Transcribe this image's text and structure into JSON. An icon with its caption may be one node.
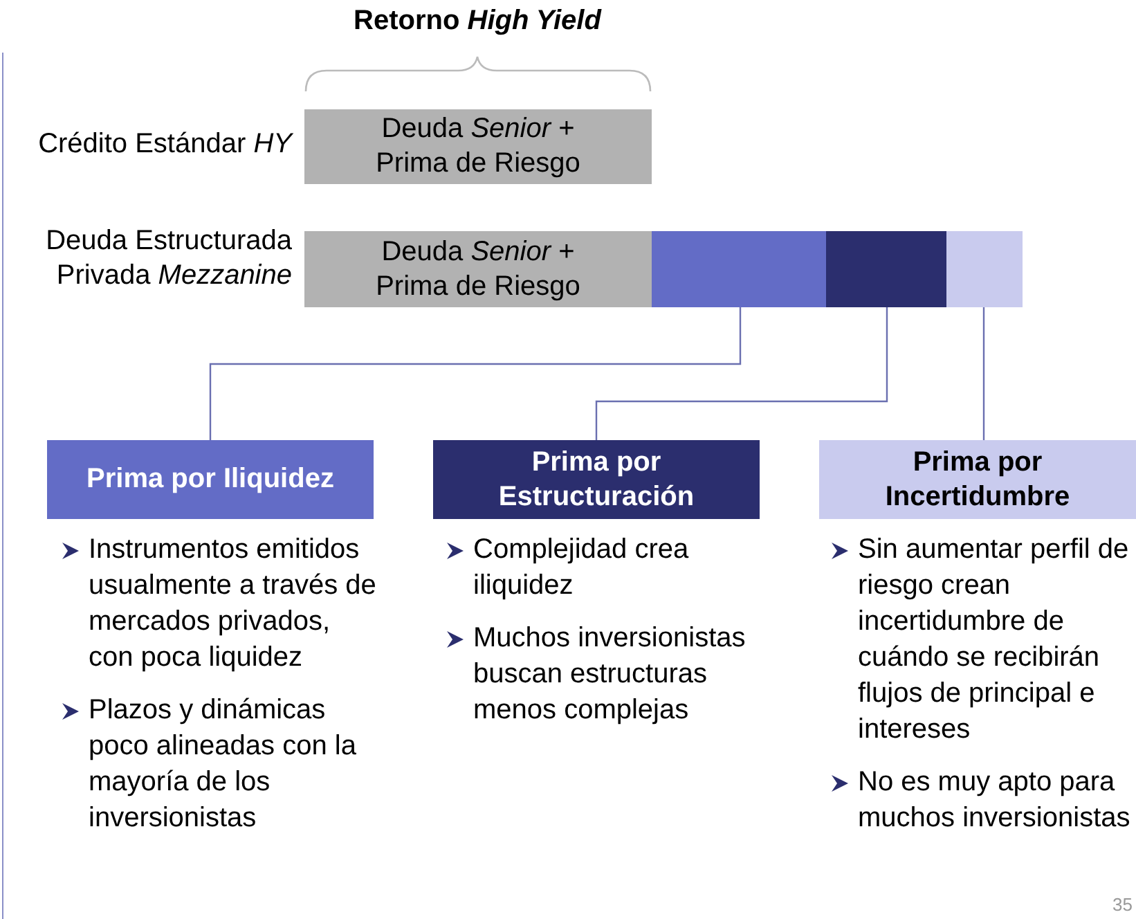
{
  "diagram": {
    "title": "Retorno *High Yield*",
    "nodes": [
      {
        "text": [
          "Deuda *Senior* + Prima de Riesgo"
        ],
        "beside": [
          "Crédito Estándar *HY*"
        ]
      },
      {
        "text": [
          "Deuda *Senior* + Prima de Riesgo"
        ],
        "beside": [
          "Deuda Estructurada Privada *Mezzanine*"
        ]
      },
      {
        "text": [],
        "shape": "bar"
      },
      {
        "text": [],
        "shape": "bar"
      },
      {
        "text": [],
        "shape": "bar"
      },
      {
        "text": [
          "Prima por Iliquidez"
        ],
        "beside": [
          "Instrumentos emitidos usualmente a través de mercados privados, con poca liquidez",
          "Plazos y dinámicas poco alineadas con la mayoría de los inversionistas"
        ]
      },
      {
        "text": [
          "Prima por Estructuración"
        ],
        "beside": [
          "Complejidad crea iliquidez",
          "Muchos inversionistas buscan estructuras menos complejas"
        ]
      },
      {
        "text": [
          "Prima por Incertidumbre"
        ],
        "beside": [
          "Sin aumentar perfil de riesgo crean incertidumbre de cuándo se recibirán flujos de principal e intereses",
          "No es muy apto para muchos inversionistas"
        ]
      }
    ],
    "edges": [
      {
        "from": 2,
        "to": 5,
        "arrow": "none"
      },
      {
        "from": 3,
        "to": 6,
        "arrow": "none"
      },
      {
        "from": 4,
        "to": 7,
        "arrow": "none"
      }
    ],
    "labels": [
      "35"
    ]
  }
}
